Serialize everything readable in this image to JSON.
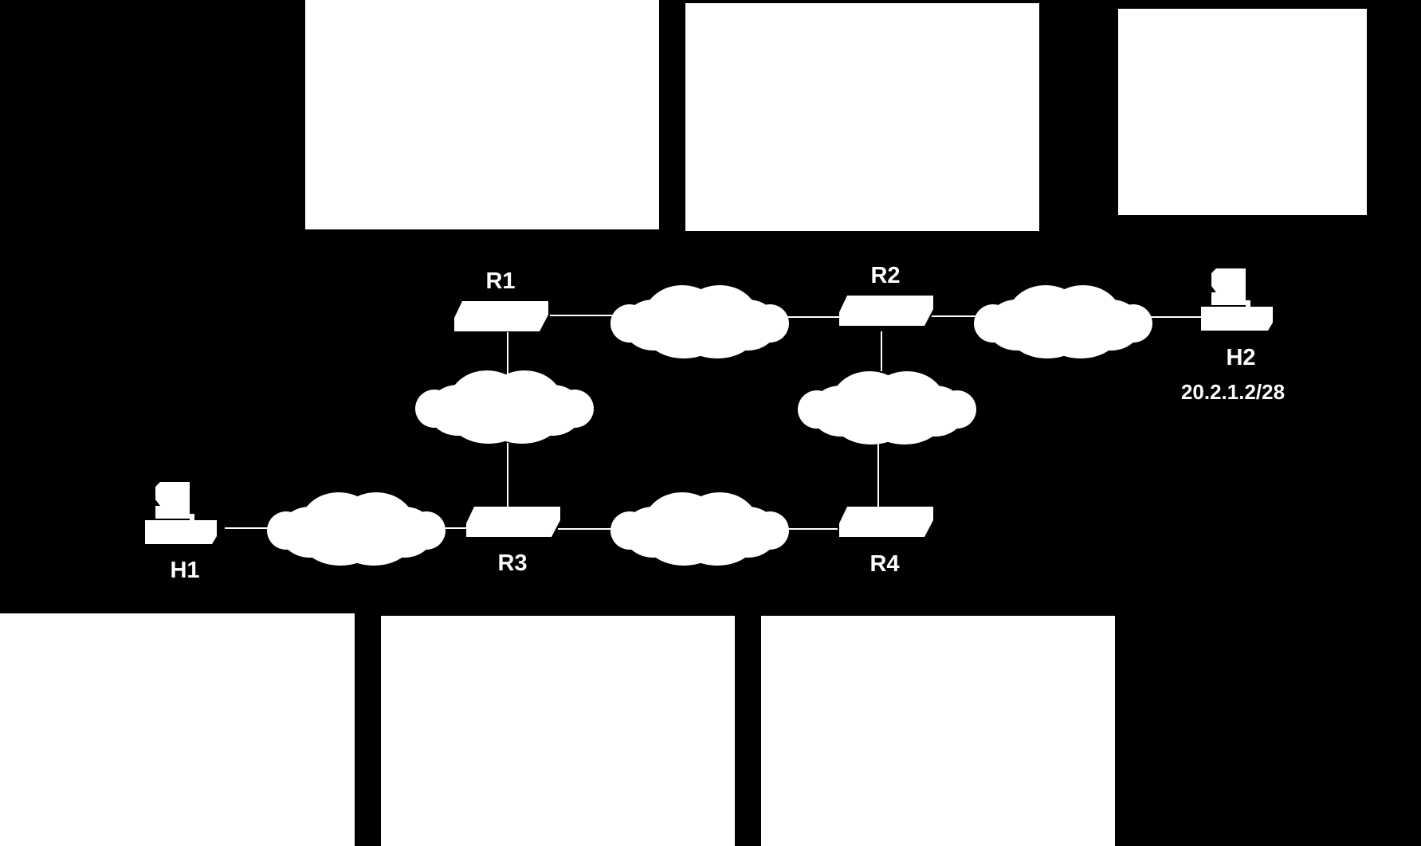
{
  "colors": {
    "background": "#000000",
    "foreground": "#ffffff"
  },
  "icons": {
    "router": "router-icon",
    "host": "host-computer-icon",
    "network": "network-cloud-icon"
  },
  "nodes": {
    "r1": {
      "label": "R1"
    },
    "r2": {
      "label": "R2"
    },
    "r3": {
      "label": "R3"
    },
    "r4": {
      "label": "R4"
    },
    "h1": {
      "label": "H1",
      "address": ""
    },
    "h2": {
      "label": "H2",
      "address": "20.2.1.2/28"
    }
  },
  "panels": {
    "top_left": {
      "text": ""
    },
    "top_middle": {
      "text": ""
    },
    "top_right": {
      "text": ""
    },
    "bottom_left": {
      "text": ""
    },
    "bottom_middle": {
      "text": ""
    },
    "bottom_right": {
      "text": ""
    }
  }
}
